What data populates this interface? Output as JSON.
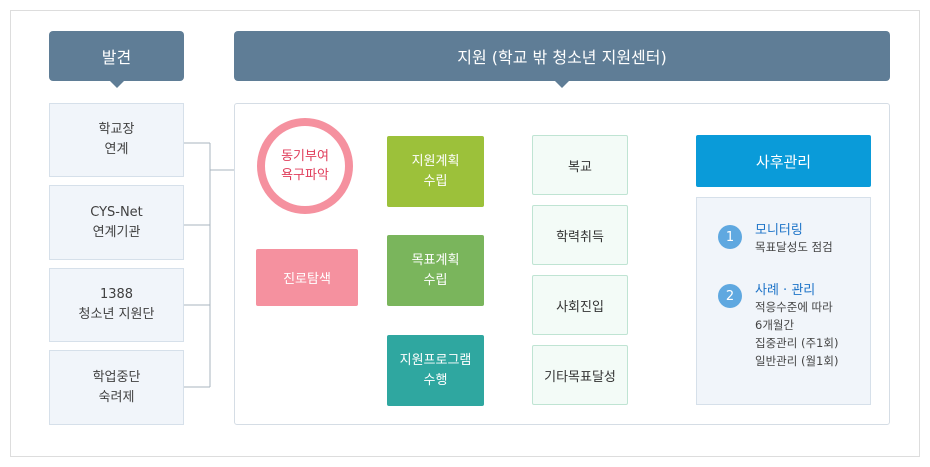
{
  "headers": {
    "discovery": "발견",
    "support": "지원 (학교 밖 청소년 지원센터)"
  },
  "discovery_sources": [
    "학교장\n연계",
    "CYS-Net\n연계기관",
    "1388\n청소년 지원단",
    "학업중단\n숙려제"
  ],
  "motivation": {
    "circle_label": "동기부여\n욕구파악",
    "career_label": "진로탐색"
  },
  "process_steps": [
    "지원계획\n수립",
    "목표계획\n수립",
    "지원프로그램\n수행"
  ],
  "outcomes": [
    "복교",
    "학력취득",
    "사회진입",
    "기타목표달성"
  ],
  "aftercare": {
    "title": "사후관리",
    "items": [
      {
        "number": "1",
        "title": "모니터링",
        "desc": "목표달성도 점검"
      },
      {
        "number": "2",
        "title": "사례 · 관리",
        "desc": "적응수준에 따라\n6개월간\n집중관리 (주1회)\n일반관리 (월1회)"
      }
    ]
  },
  "colors": {
    "header": "#5f7d96",
    "pink": "#f5919f",
    "green1": "#9cc13a",
    "green2": "#7ab55c",
    "teal": "#2fa7a0",
    "aftercare": "#0a9bd9",
    "circle_text": "#e03d5b"
  }
}
